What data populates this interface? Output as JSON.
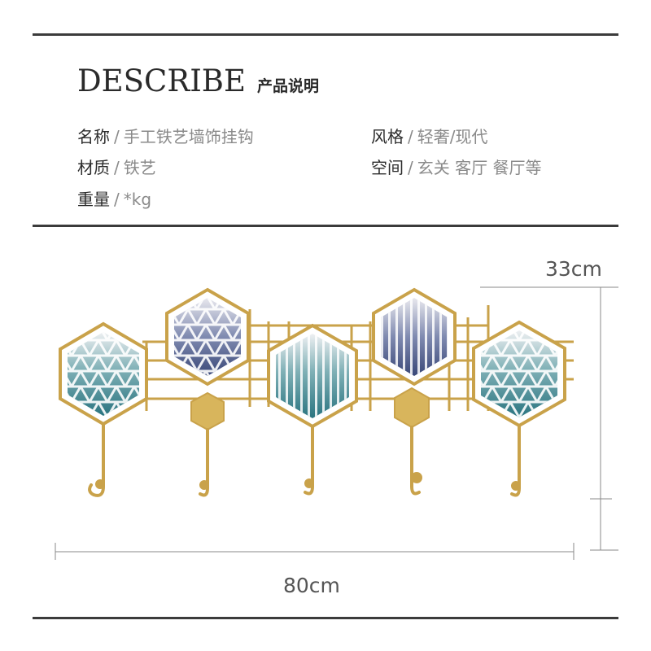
{
  "header": {
    "title_en": "DESCRIBE",
    "title_cn": "产品说明"
  },
  "specs": {
    "name": {
      "label": "名称",
      "value": "手工铁艺墙饰挂钩"
    },
    "material": {
      "label": "材质",
      "value": "铁艺"
    },
    "weight": {
      "label": "重量",
      "value": "*kg"
    },
    "style": {
      "label": "风格",
      "value": "轻奢/现代"
    },
    "space": {
      "label": "空间",
      "value": "玄关 客厅 餐厅等"
    },
    "separator": "/"
  },
  "dimensions": {
    "height": "33cm",
    "width": "80cm"
  },
  "colors": {
    "gold": "#c9a24a",
    "teal": "#2f7c85",
    "navy": "#3a4a7a",
    "rule": "#3b3b3b"
  },
  "product": {
    "hook_count": 5,
    "hexagon_count": 5
  }
}
